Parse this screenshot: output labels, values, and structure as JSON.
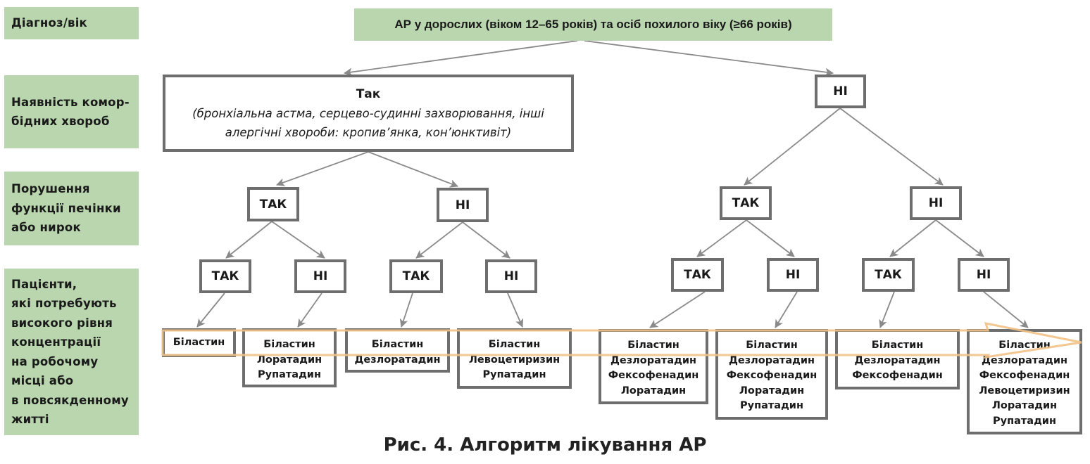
{
  "row_labels": [
    {
      "id": "diagnosis",
      "text": "Діагноз/вік"
    },
    {
      "id": "comorbidities",
      "lines": [
        "Наявність комор-",
        "бідних хвороб"
      ]
    },
    {
      "id": "liver_kidney",
      "lines": [
        "Порушення",
        "функції печінки",
        "або нирок"
      ]
    },
    {
      "id": "concentration",
      "lines": [
        "Пацієнти,",
        "які потребують",
        "високого рівня",
        "концентрації",
        "на робочому",
        "місці або",
        "в повсякденному",
        "житті"
      ]
    }
  ],
  "tree": {
    "root": "АР у дорослих (віком 12–65 років) та осіб похилого віку (≥66 років)",
    "level1": {
      "yes": {
        "label": "Так",
        "details": [
          "(бронхіальна астма, серцево-судинні захворювання, інші",
          "алергічні хвороби: кропив’янка, кон’юнктивіт)"
        ]
      },
      "no": {
        "label": "НІ"
      }
    },
    "level2": [
      "ТАК",
      "НІ",
      "ТАК",
      "НІ"
    ],
    "level3": [
      "ТАК",
      "НІ",
      "ТАК",
      "НІ",
      "ТАК",
      "НІ",
      "ТАК",
      "НІ"
    ],
    "leaves": [
      [
        "Біластин"
      ],
      [
        "Біластин",
        "Лоратадин",
        "Рупатадин"
      ],
      [
        "Біластин",
        "Дезлоратадин"
      ],
      [
        "Біластин",
        "Левоцетиризин",
        "Рупатадин"
      ],
      [
        "Біластин",
        "Дезлоратадин",
        "Фексофенадин",
        "Лоратадин"
      ],
      [
        "Біластин",
        "Дезлоратадин",
        "Фексофенадин",
        "Лоратадин",
        "Рупатадин"
      ],
      [
        "Біластин",
        "Дезлоратадин",
        "Фексофенадин"
      ],
      [
        "Біластин",
        "Дезлоратадин",
        "Фексофенадин",
        "Левоцетиризин",
        "Лоратадин",
        "Рупатадин"
      ]
    ]
  },
  "caption": "Рис. 4. Алгоритм лікування АР",
  "colors": {
    "label_fill": "#b9d6ae",
    "box_border": "#6e6e6e",
    "arrow": "#8a8a8a",
    "highlight_arrow": "#f2c185"
  }
}
